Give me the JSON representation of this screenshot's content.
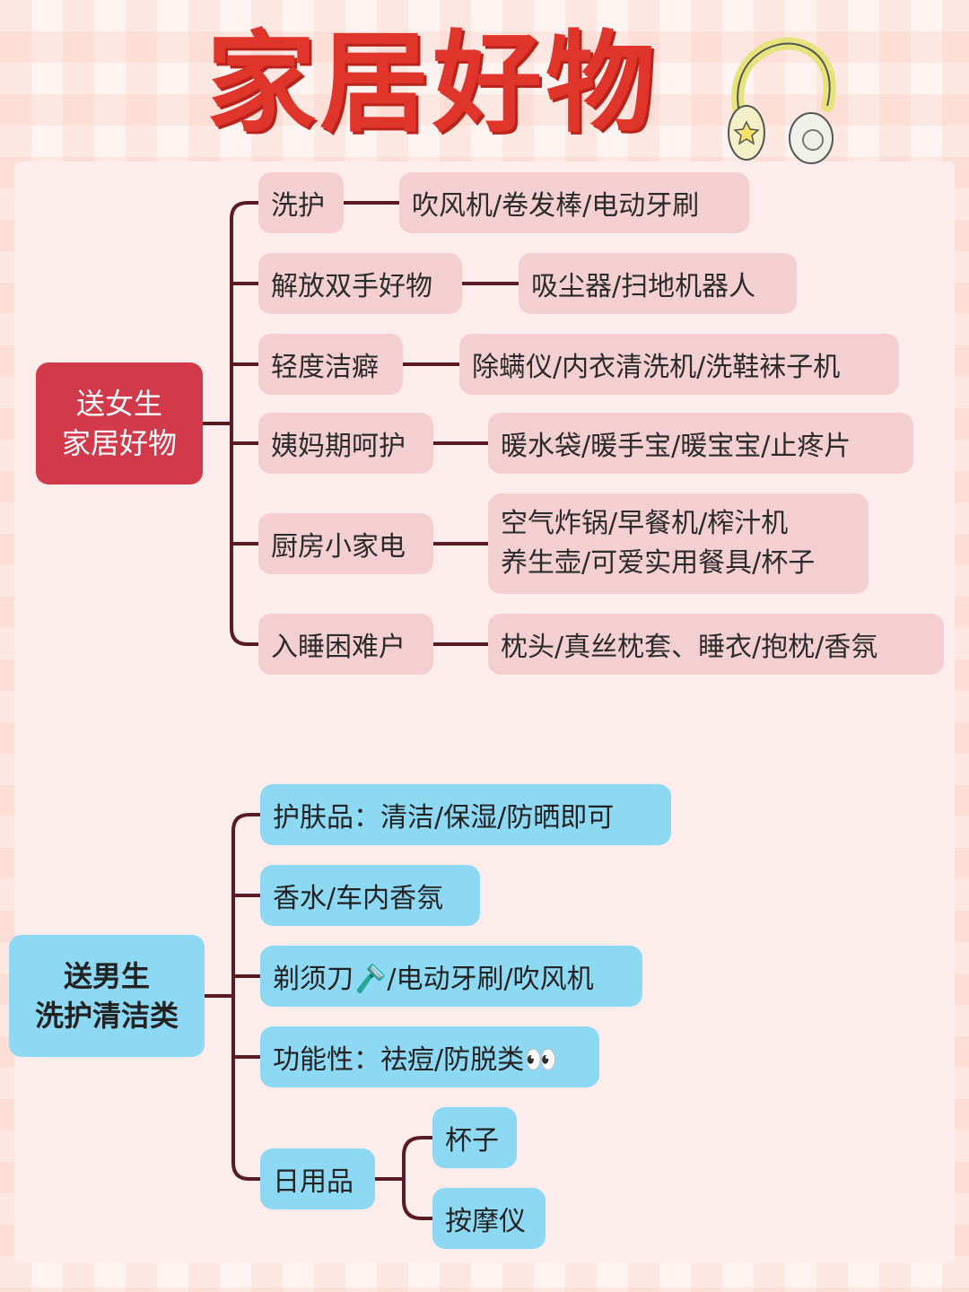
{
  "title": "家居好物",
  "icons": {
    "decoration": "headphones-icon"
  },
  "colors": {
    "title": "#e0352b",
    "women_root": "#d2394a",
    "women_node": "#f4cfd2",
    "men_node": "#8dd8f2",
    "connector": "#5a1a24"
  },
  "women": {
    "root_line1": "送女生",
    "root_line2": "家居好物",
    "items": [
      {
        "label": "洗护",
        "detail": "吹风机/卷发棒/电动牙刷"
      },
      {
        "label": "解放双手好物",
        "detail": "吸尘器/扫地机器人"
      },
      {
        "label": "轻度洁癖",
        "detail": "除螨仪/内衣清洗机/洗鞋袜子机"
      },
      {
        "label": "姨妈期呵护",
        "detail": "暖水袋/暖手宝/暖宝宝/止疼片"
      },
      {
        "label": "厨房小家电",
        "detail_line1": "空气炸锅/早餐机/榨汁机",
        "detail_line2": "养生壶/可爱实用餐具/杯子"
      },
      {
        "label": "入睡困难户",
        "detail": "枕头/真丝枕套、睡衣/抱枕/香氛"
      }
    ]
  },
  "men": {
    "root_line1": "送男生",
    "root_line2": "洗护清洁类",
    "items": [
      {
        "label": "护肤品：清洁/保湿/防晒即可"
      },
      {
        "label": "香水/车内香氛"
      },
      {
        "label": "剃须刀🪒/电动牙刷/吹风机"
      },
      {
        "label": "功能性：祛痘/防脱类👀"
      },
      {
        "label": "日用品",
        "children": [
          "杯子",
          "按摩仪"
        ]
      }
    ]
  }
}
